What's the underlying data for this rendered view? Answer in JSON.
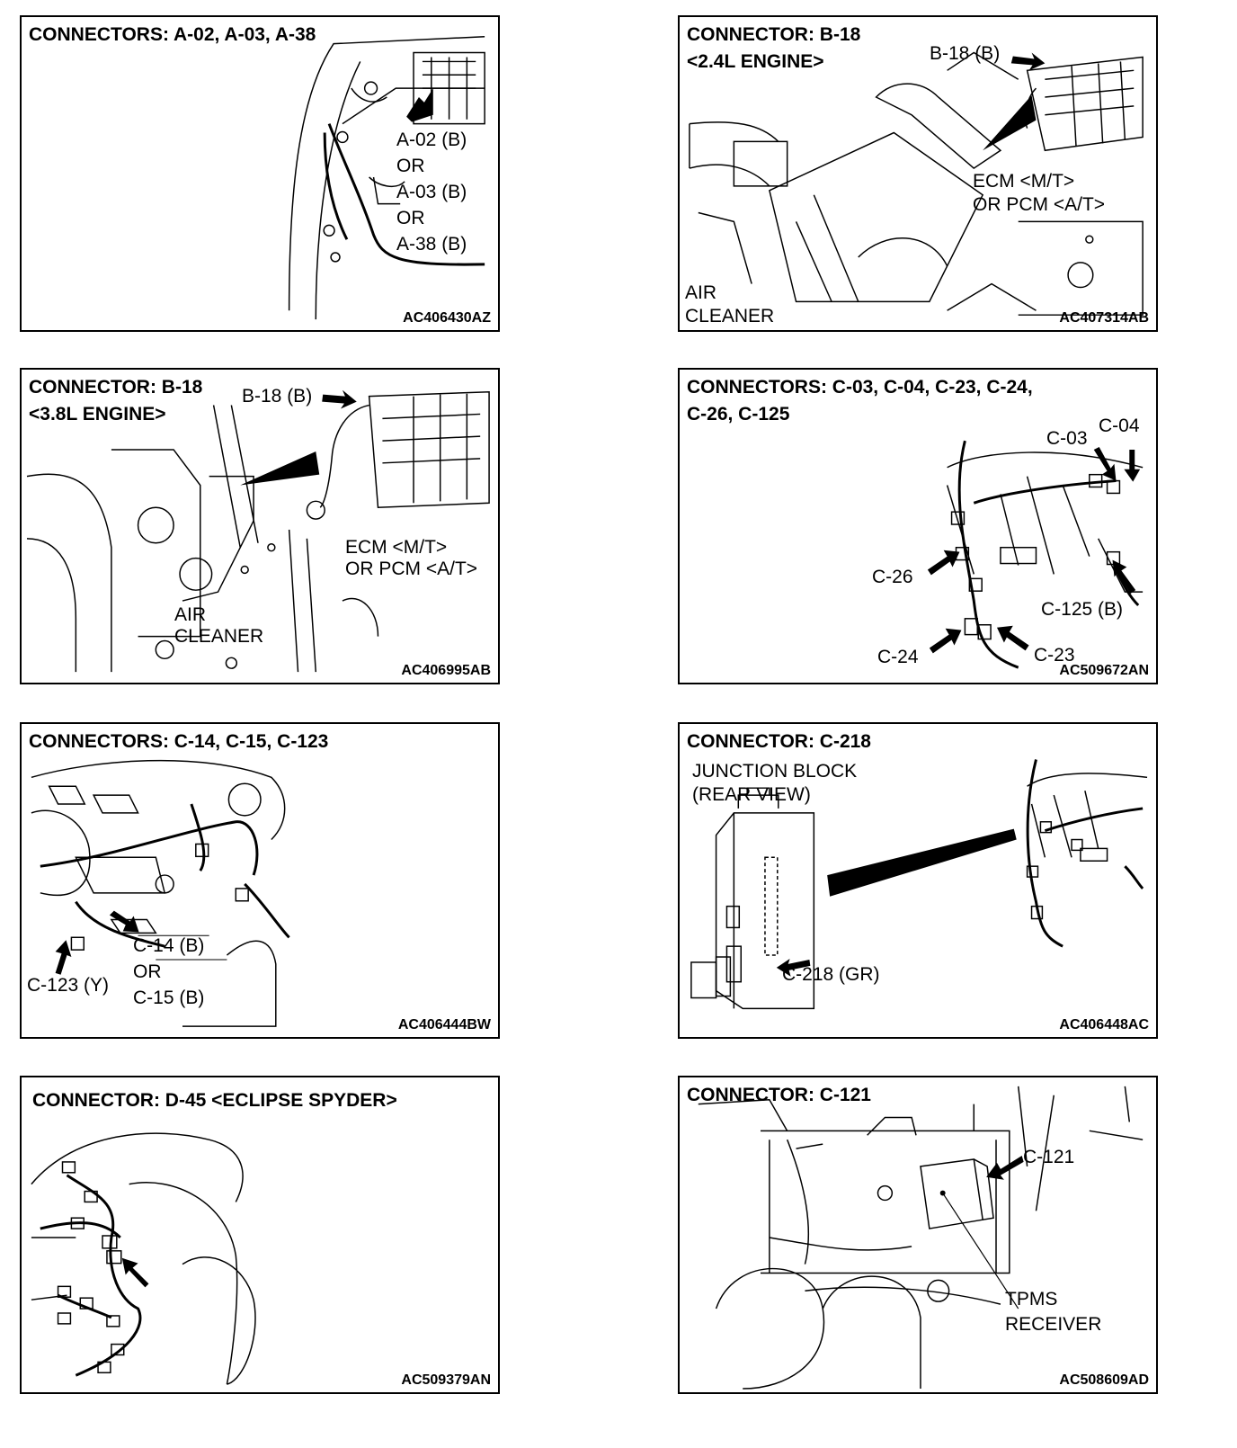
{
  "panels": [
    {
      "title": "CONNECTORS: A-02, A-03, A-38",
      "code": "AC406430AZ",
      "labels": [
        "A-02 (B)",
        "OR",
        "A-03 (B)",
        "OR",
        "A-38 (B)"
      ]
    },
    {
      "title": "CONNECTOR: B-18",
      "subtitle": "<2.4L ENGINE>",
      "code": "AC407314AB",
      "labels": [
        "B-18 (B)",
        "ECM <M/T>",
        "OR PCM <A/T>",
        "AIR",
        "CLEANER"
      ]
    },
    {
      "title": "CONNECTOR: B-18",
      "subtitle": "<3.8L ENGINE>",
      "code": "AC406995AB",
      "labels": [
        "B-18 (B)",
        "ECM <M/T>",
        "OR PCM <A/T>",
        "AIR",
        "CLEANER"
      ]
    },
    {
      "title": "CONNECTORS: C-03, C-04, C-23, C-24,",
      "subtitle": "C-26, C-125",
      "code": "AC509672AN",
      "labels": [
        "C-03",
        "C-04",
        "C-26",
        "C-125 (B)",
        "C-24",
        "C-23"
      ]
    },
    {
      "title": "CONNECTORS: C-14, C-15, C-123",
      "code": "AC406444BW",
      "labels": [
        "C-14 (B)",
        "OR",
        "C-123 (Y)",
        "C-15 (B)"
      ]
    },
    {
      "title": "CONNECTOR: C-218",
      "code": "AC406448AC",
      "labels": [
        "JUNCTION BLOCK",
        "(REAR VIEW)",
        "C-218 (GR)"
      ]
    },
    {
      "title": "CONNECTOR: D-45 <ECLIPSE SPYDER>",
      "code": "AC509379AN",
      "labels": []
    },
    {
      "title": "CONNECTOR: C-121",
      "code": "AC508609AD",
      "labels": [
        "C-121",
        "TPMS",
        "RECEIVER"
      ]
    }
  ]
}
